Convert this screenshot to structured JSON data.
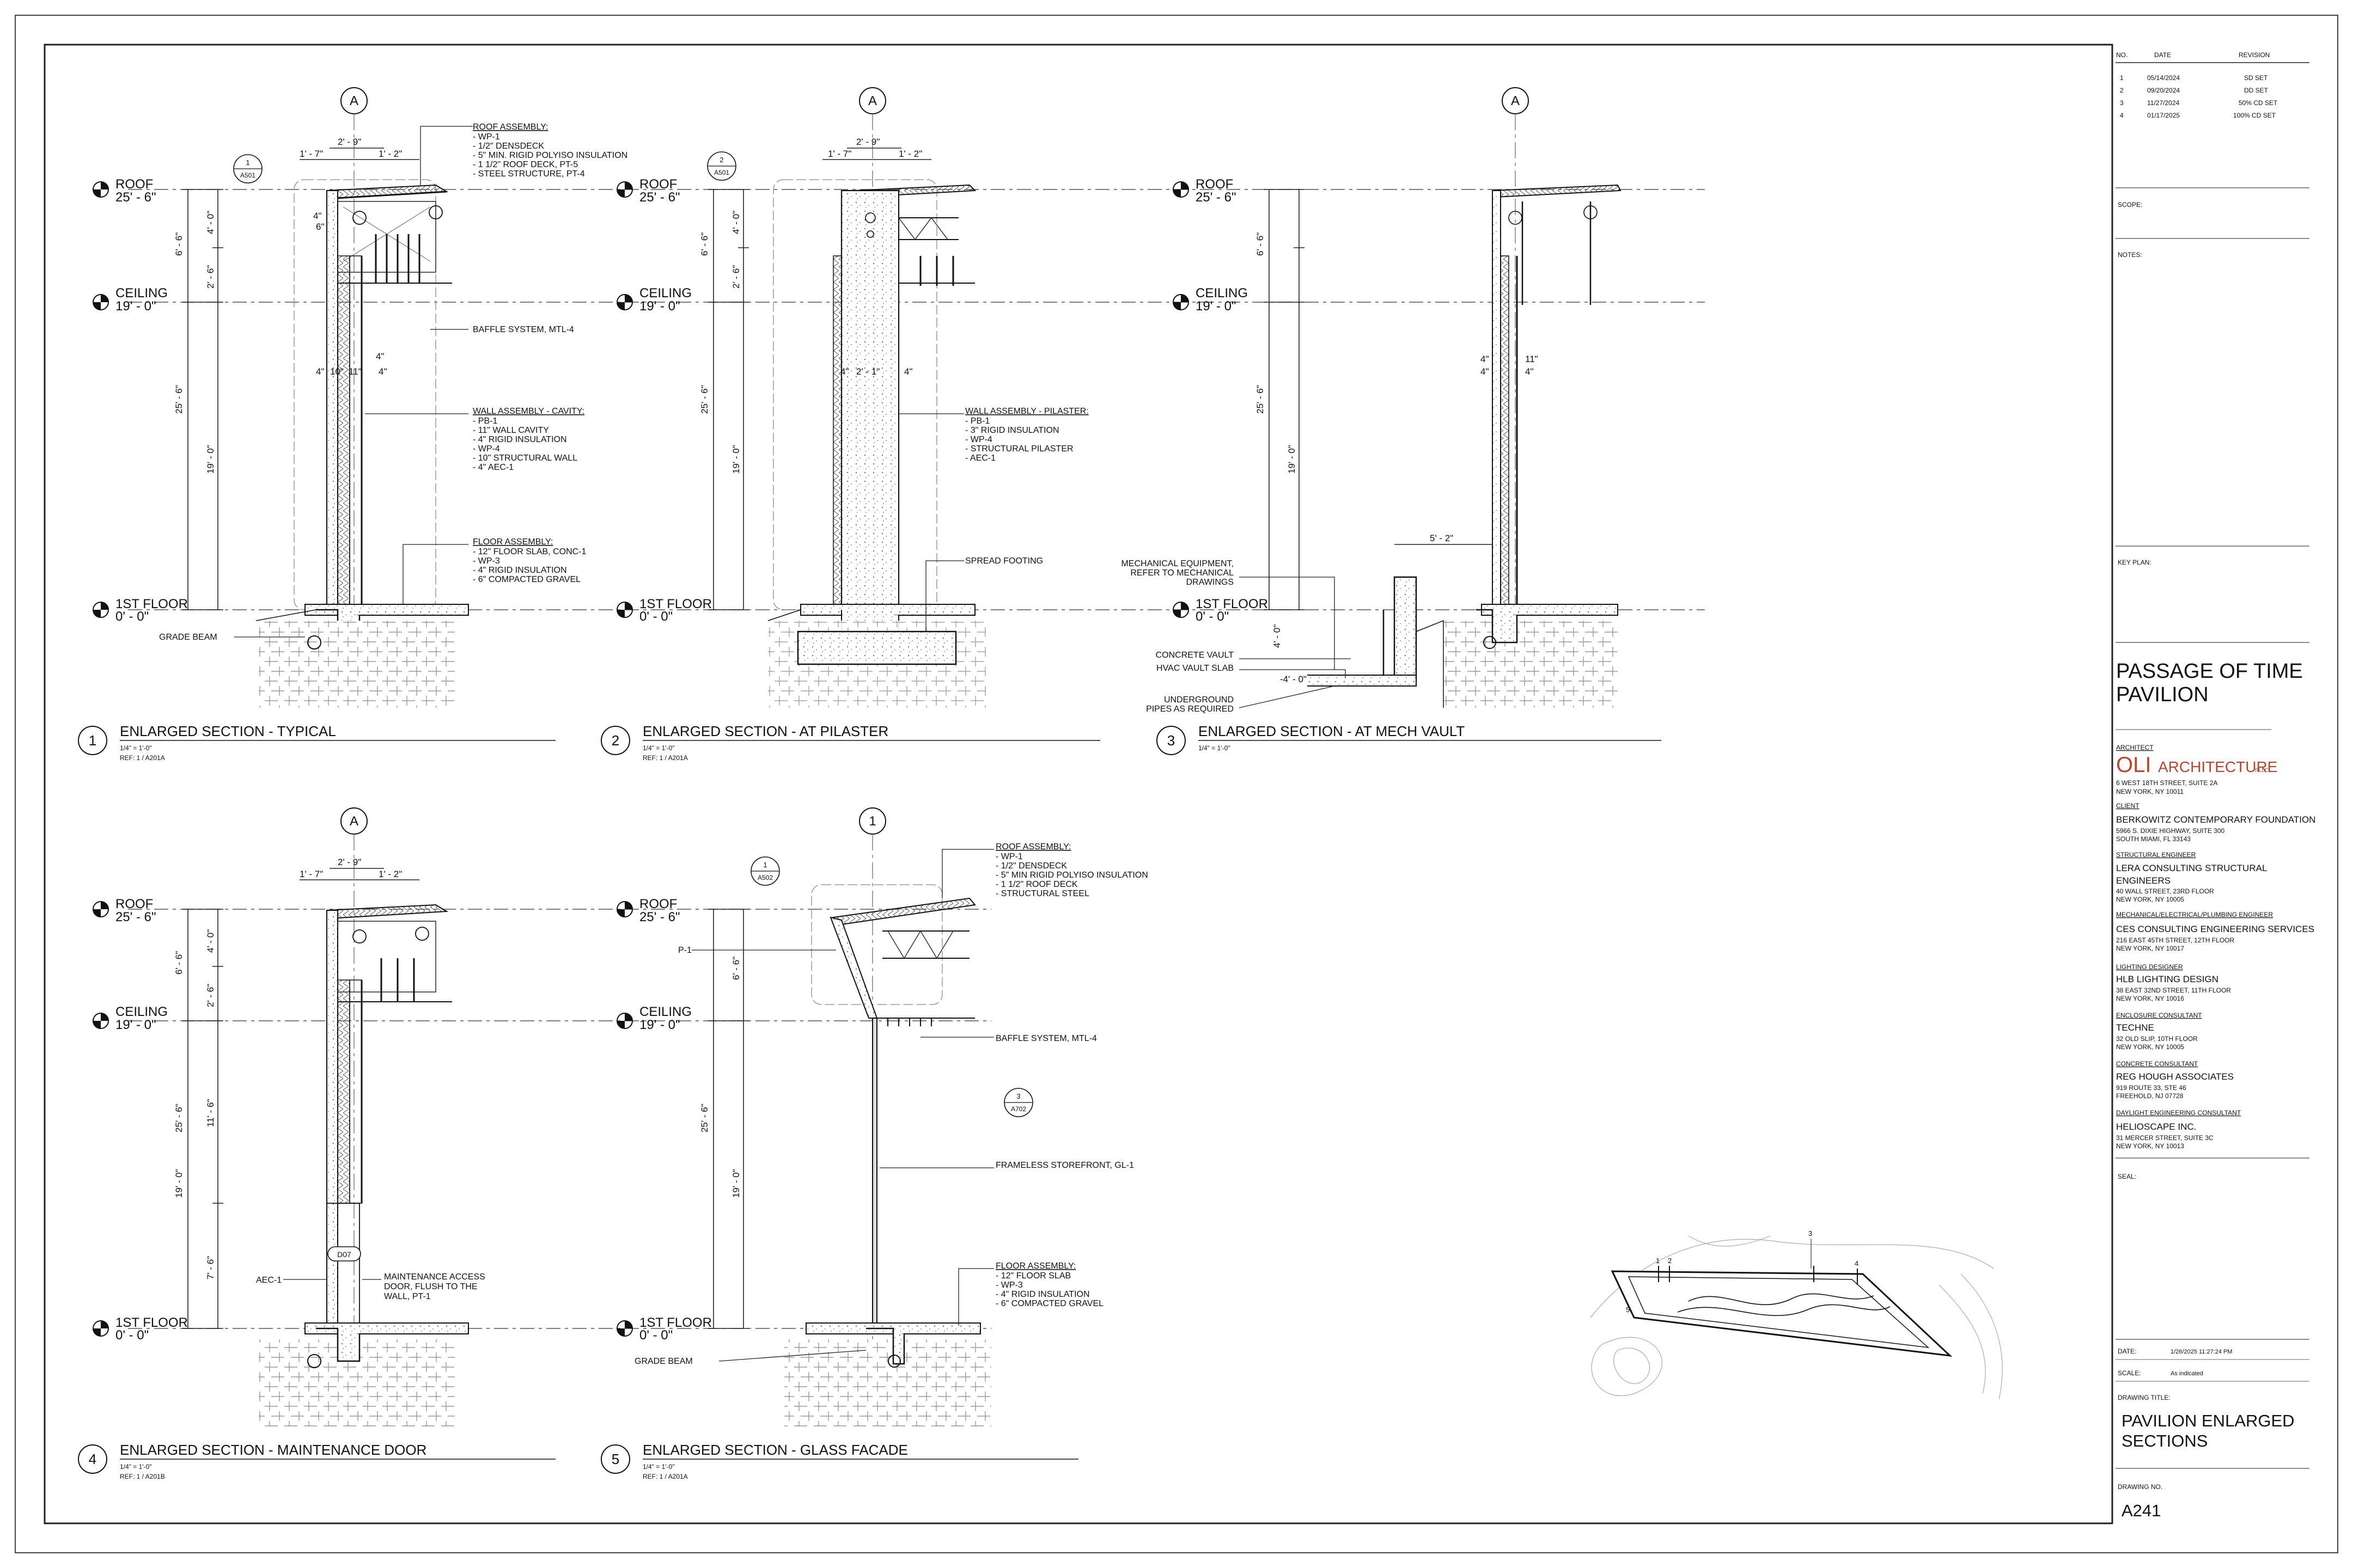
{
  "revisions": {
    "headers": [
      "NO.",
      "DATE",
      "REVISION"
    ],
    "rows": [
      {
        "no": "1",
        "date": "05/14/2024",
        "rev": "SD SET"
      },
      {
        "no": "2",
        "date": "09/20/2024",
        "rev": "DD SET"
      },
      {
        "no": "3",
        "date": "11/27/2024",
        "rev": "50% CD SET"
      },
      {
        "no": "4",
        "date": "01/17/2025",
        "rev": "100% CD SET"
      }
    ]
  },
  "titleblock": {
    "scope_label": "SCOPE:",
    "notes_label": "NOTES:",
    "keyplan_label": "KEY PLAN:",
    "project_line1": "PASSAGE OF TIME",
    "project_line2": "PAVILION",
    "architect_role": "ARCHITECT",
    "architect_logo": "OLI",
    "architect_name": "ARCHITECTURE",
    "architect_suffix": "PLLC",
    "architect_addr1": "6 WEST 18TH STREET, SUITE 2A",
    "architect_addr2": "NEW YORK, NY 10011",
    "consultants": [
      {
        "role": "CLIENT",
        "name": "BERKOWITZ CONTEMPORARY FOUNDATION",
        "name2": "",
        "addr1": "5966 S. DIXIE HIGHWAY, SUITE 300",
        "addr2": "SOUTH MIAMI, FL 33143"
      },
      {
        "role": "STRUCTURAL ENGINEER",
        "name": "LERA CONSULTING STRUCTURAL",
        "name2": "ENGINEERS",
        "addr1": "40 WALL STREET, 23RD FLOOR",
        "addr2": "NEW YORK, NY 10005"
      },
      {
        "role": "MECHANICAL/ELECTRICAL/PLUMBING ENGINEER",
        "name": "CES CONSULTING ENGINEERING SERVICES",
        "name2": "",
        "addr1": "216 EAST 45TH STREET, 12TH FLOOR",
        "addr2": "NEW YORK, NY 10017"
      },
      {
        "role": "LIGHTING DESIGNER",
        "name": "HLB LIGHTING DESIGN",
        "name2": "",
        "addr1": "38 EAST 32ND STREET, 11TH FLOOR",
        "addr2": "NEW YORK, NY 10016"
      },
      {
        "role": "ENCLOSURE CONSULTANT",
        "name": "TECHNE",
        "name2": "",
        "addr1": "32 OLD SLIP, 10TH FLOOR",
        "addr2": "NEW YORK, NY 10005"
      },
      {
        "role": "CONCRETE CONSULTANT",
        "name": "REG HOUGH ASSOCIATES",
        "name2": "",
        "addr1": "919 ROUTE 33, STE 46",
        "addr2": "FREEHOLD, NJ 07728"
      },
      {
        "role": "DAYLIGHT ENGINEERING CONSULTANT",
        "name": "HELIOSCAPE INC.",
        "name2": "",
        "addr1": "31 MERCER STREET, SUITE 3C",
        "addr2": "NEW YORK, NY 10013"
      }
    ],
    "seal_label": "SEAL:",
    "date_label": "DATE:",
    "date_value": "1/26/2025 11:27:24 PM",
    "scale_label": "SCALE:",
    "scale_value": "As indicated",
    "drawing_title_label": "DRAWING TITLE:",
    "drawing_title1": "PAVILION ENLARGED",
    "drawing_title2": "SECTIONS",
    "drawing_no_label": "DRAWING NO.",
    "drawing_no": "A241"
  },
  "levels": {
    "roof": "ROOF",
    "roof_el": "25' - 6\"",
    "ceiling": "CEILING",
    "ceiling_el": "19' - 0\"",
    "floor": "1ST FLOOR",
    "floor_el": "0' - 0\""
  },
  "grid": {
    "a": "A",
    "one": "1"
  },
  "dims": {
    "d2_9": "2' - 9\"",
    "d1_7": "1' - 7\"",
    "d1_2": "1' - 2\"",
    "d6_6": "6' - 6\"",
    "d4_0": "4' - 0\"",
    "d2_6": "2' - 6\"",
    "d25_6": "25' - 6\"",
    "d19_0": "19' - 0\"",
    "d11_6": "11' - 6\"",
    "d7_6": "7' - 6\"",
    "d4in": "4\"",
    "d10in": "10\"",
    "d11in": "11\"",
    "d6in": "6\"",
    "d2_1": "2' - 1\"",
    "d5_2": "5' - 2\"",
    "d4_0b": "4' - 0\"",
    "dneg4": "-4' - 0\""
  },
  "tags": {
    "t1_num": "1",
    "t1_ref": "A501",
    "t2_num": "2",
    "t2_ref": "A501",
    "t5_num": "1",
    "t5_ref": "A502",
    "t5b_num": "3",
    "t5b_ref": "A702",
    "door": "D07"
  },
  "notes1": {
    "roof_title": "ROOF ASSEMBLY:",
    "roof": [
      "- WP-1",
      "- 1/2\" DENSDECK",
      "- 5\" MIN. RIGID POLYISO INSULATION",
      "- 1 1/2\" ROOF DECK, PT-5",
      "- STEEL STRUCTURE, PT-4"
    ],
    "baffle": "BAFFLE SYSTEM, MTL-4",
    "wall_title": "WALL ASSEMBLY - CAVITY:",
    "wall": [
      "- PB-1",
      "- 11\" WALL CAVITY",
      "- 4\" RIGID INSULATION",
      "- WP-4",
      "- 10\" STRUCTURAL WALL",
      "- 4\" AEC-1"
    ],
    "floor_title": "FLOOR ASSEMBLY:",
    "floor": [
      "- 12\" FLOOR SLAB, CONC-1",
      "- WP-3",
      "- 4\" RIGID INSULATION",
      "- 6\" COMPACTED GRAVEL"
    ],
    "grade_beam": "GRADE BEAM"
  },
  "notes2": {
    "wall_title": "WALL ASSEMBLY - PILASTER:",
    "wall": [
      "- PB-1",
      "- 3\" RIGID INSULATION",
      "- WP-4",
      "- STRUCTURAL PILASTER",
      "- AEC-1"
    ],
    "spread": "SPREAD FOOTING"
  },
  "notes3": {
    "mech": [
      "MECHANICAL EQUIPMENT,",
      "REFER TO MECHANICAL",
      "DRAWINGS"
    ],
    "vault": "CONCRETE VAULT",
    "slab": "HVAC VAULT SLAB",
    "pipes": [
      "UNDERGROUND",
      "PIPES AS REQUIRED"
    ]
  },
  "notes4": {
    "aec": "AEC-1",
    "door": [
      "MAINTENANCE ACCESS",
      "DOOR, FLUSH TO THE",
      "WALL, PT-1"
    ]
  },
  "notes5": {
    "roof_title": "ROOF ASSEMBLY:",
    "roof": [
      "- WP-1",
      "- 1/2\" DENSDECK",
      "- 5\" MIN RIGID POLYISO INSULATION",
      "- 1 1/2\" ROOF DECK",
      "- STRUCTURAL STEEL"
    ],
    "p1": "P-1",
    "baffle": "BAFFLE SYSTEM, MTL-4",
    "storefront": "FRAMELESS STOREFRONT, GL-1",
    "floor_title": "FLOOR ASSEMBLY:",
    "floor": [
      "- 12\" FLOOR SLAB",
      "- WP-3",
      "- 4\" RIGID INSULATION",
      "- 6\" COMPACTED GRAVEL"
    ],
    "grade_beam": "GRADE BEAM"
  },
  "views": [
    {
      "num": "1",
      "title": "ENLARGED SECTION - TYPICAL",
      "scale": "1/4\" = 1'-0\"",
      "ref": "REF: 1 / A201A"
    },
    {
      "num": "2",
      "title": "ENLARGED SECTION - AT PILASTER",
      "scale": "1/4\" = 1'-0\"",
      "ref": "REF: 1 / A201A"
    },
    {
      "num": "3",
      "title": "ENLARGED SECTION - AT MECH VAULT",
      "scale": "1/4\" = 1'-0\"",
      "ref": ""
    },
    {
      "num": "4",
      "title": "ENLARGED SECTION - MAINTENANCE DOOR",
      "scale": "1/4\" = 1'-0\"",
      "ref": "REF: 1 / A201B"
    },
    {
      "num": "5",
      "title": "ENLARGED SECTION - GLASS FACADE",
      "scale": "1/4\" = 1'-0\"",
      "ref": "REF: 1 / A201A"
    }
  ],
  "keyplan": {
    "tags": [
      "1",
      "2",
      "3",
      "4",
      "5"
    ]
  }
}
